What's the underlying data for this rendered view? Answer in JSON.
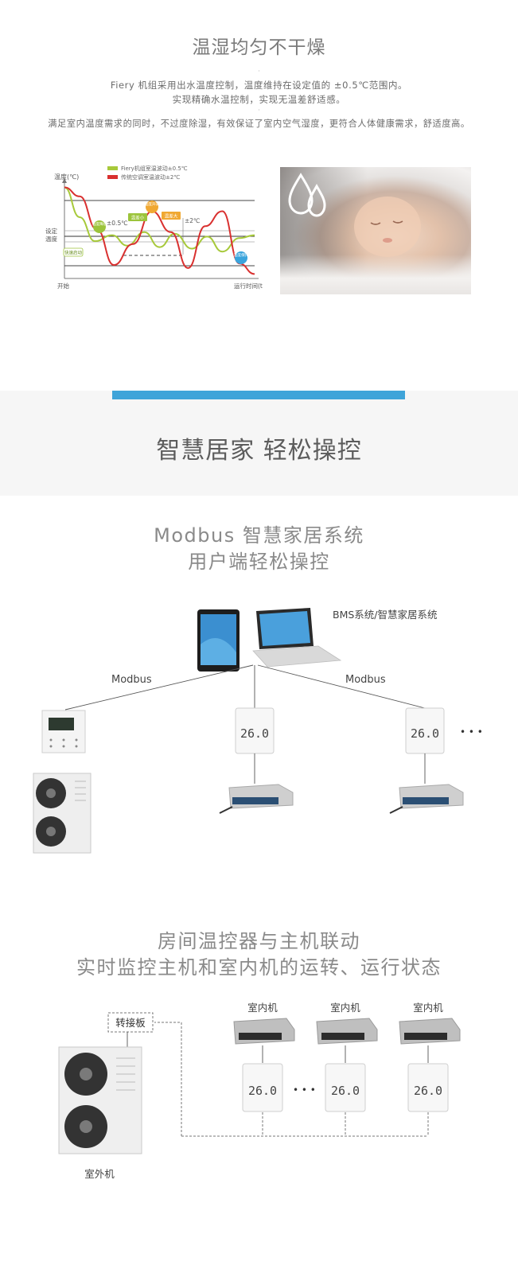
{
  "section1": {
    "title": "温湿均匀不干燥",
    "line1": "Fiery 机组采用出水温度控制，温度维持在设定值的 ±0.5℃范围内。",
    "line2": "实现精确水温控制，实现无温差舒适感。",
    "line3": "满足室内温度需求的同时，不过度除湿，有效保证了室内空气湿度，更符合人体健康需求，舒适度高。"
  },
  "chart_data": {
    "type": "line",
    "title": "",
    "ylabel": "温度(℃)",
    "xlabel": "运行时间(t)",
    "x_start_label": "开始",
    "set_temp_label_line1": "设定",
    "set_temp_label_line2": "温度",
    "legend": [
      {
        "name": "Fiery机组室温波动±0.5℃",
        "color": "#a7c93a"
      },
      {
        "name": "传统空调室温波动±2℃",
        "color": "#d9302f"
      }
    ],
    "band_labels": {
      "inner": "±0.5℃",
      "outer": "±2℃"
    },
    "annotations": [
      {
        "text": "温度降低",
        "color": "#9cc43b",
        "shape": "circle"
      },
      {
        "text": "温差小",
        "color": "#9cc43b",
        "shape": "rect"
      },
      {
        "text": "温度升高",
        "color": "#f0a832",
        "shape": "circle"
      },
      {
        "text": "温差大",
        "color": "#f0a832",
        "shape": "rect"
      },
      {
        "text": "温度保持",
        "color": "#3aa4dc",
        "shape": "circle"
      },
      {
        "text": "快速启动",
        "color": "#9cc43b",
        "shape": "rect"
      }
    ],
    "series": [
      {
        "name": "Fiery机组室温波动±0.5℃",
        "color": "#a7c93a",
        "x": [
          0,
          0.08,
          0.16,
          0.25,
          0.33,
          0.42,
          0.5,
          0.58,
          0.67,
          0.75,
          0.83,
          0.92,
          1.0
        ],
        "y": [
          3.6,
          1.6,
          0.0,
          0.4,
          -0.3,
          0.6,
          -0.4,
          0.5,
          -0.5,
          0.3,
          -0.7,
          0.2,
          0.4
        ]
      },
      {
        "name": "传统空调室温波动±2℃",
        "color": "#d9302f",
        "x": [
          0,
          0.08,
          0.17,
          0.26,
          0.36,
          0.46,
          0.56,
          0.65,
          0.74,
          0.83,
          0.92,
          1.0
        ],
        "y": [
          3.6,
          3.0,
          0.8,
          -1.6,
          -0.2,
          2.0,
          0.6,
          -1.8,
          1.0,
          2.0,
          -1.5,
          -2.2
        ]
      }
    ],
    "ylim": [
      -2.5,
      4.0
    ]
  },
  "band": {
    "title": "智慧居家 轻松操控"
  },
  "section2": {
    "title_line1": "Modbus 智慧家居系统",
    "title_line2": "用户端轻松操控",
    "bms_label": "BMS系统/智慧家居系统",
    "modbus_left": "Modbus",
    "modbus_right": "Modbus",
    "ellipsis": "• • •",
    "thermostat_reading": "26.0"
  },
  "section3": {
    "title_line1": "房间温控器与主机联动",
    "title_line2": "实时监控主机和室内机的运转、运行状态",
    "indoor_labels": [
      "室内机",
      "室内机",
      "室内机"
    ],
    "adapter_label": "转接板",
    "outdoor_label": "室外机",
    "ellipsis": "• • •",
    "thermostat_reading": "26.0"
  },
  "colors": {
    "accent_blue": "#3fa4d9",
    "band_bg": "#f6f6f6"
  }
}
